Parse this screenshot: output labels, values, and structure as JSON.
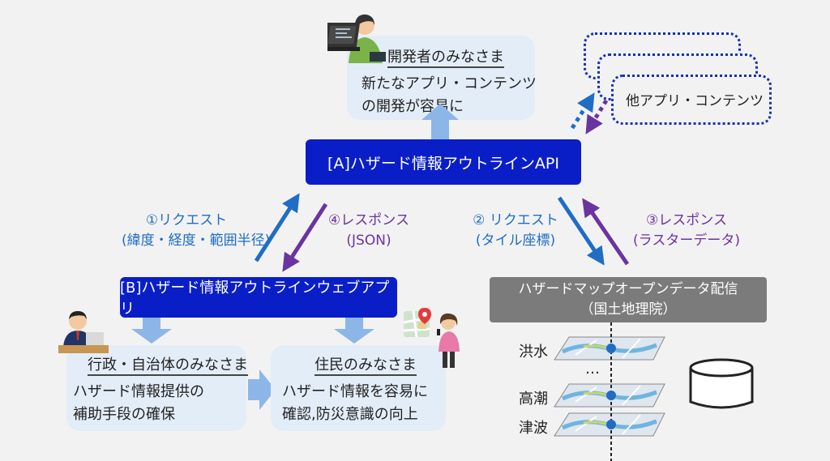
{
  "developers": {
    "title": "開発者のみなさま",
    "line1": "新たなアプリ・コンテンツ",
    "line2": "の開発が容易に"
  },
  "other_apps": {
    "label": "他アプリ・コンテンツ"
  },
  "api_a": {
    "label": "[A]ハザード情報アウトラインAPI"
  },
  "api_b": {
    "label": "[B]ハザード情報アウトラインウェブアプリ"
  },
  "gsi": {
    "line1": "ハザードマップオープンデータ配信",
    "line2": "（国土地理院）"
  },
  "arrows": {
    "req1_line1": "①リクエスト",
    "req1_line2": "(緯度・経度・範囲半径)",
    "res4_line1": "④レスポンス",
    "res4_line2": "(JSON)",
    "req2_line1": "② リクエスト",
    "req2_line2": "(タイル座標)",
    "res3_line1": "③レスポンス",
    "res3_line2": "(ラスターデータ)"
  },
  "government": {
    "title": "行政・自治体のみなさま",
    "line1": "ハザード情報提供の",
    "line2": "補助手段の確保"
  },
  "residents": {
    "title": "住民のみなさま",
    "line1": "ハザード情報を容易に",
    "line2": "確認,防災意識の向上"
  },
  "hazards": {
    "flood": "洪水",
    "ellipsis": "…",
    "storm_surge": "高潮",
    "tsunami": "津波"
  },
  "colors": {
    "api_blue": "#0a1ec8",
    "request_blue": "#1f6dc5",
    "response_purple": "#6a34a0",
    "gsi_gray": "#7b7b7b",
    "card_bg": "#e3edf8"
  }
}
